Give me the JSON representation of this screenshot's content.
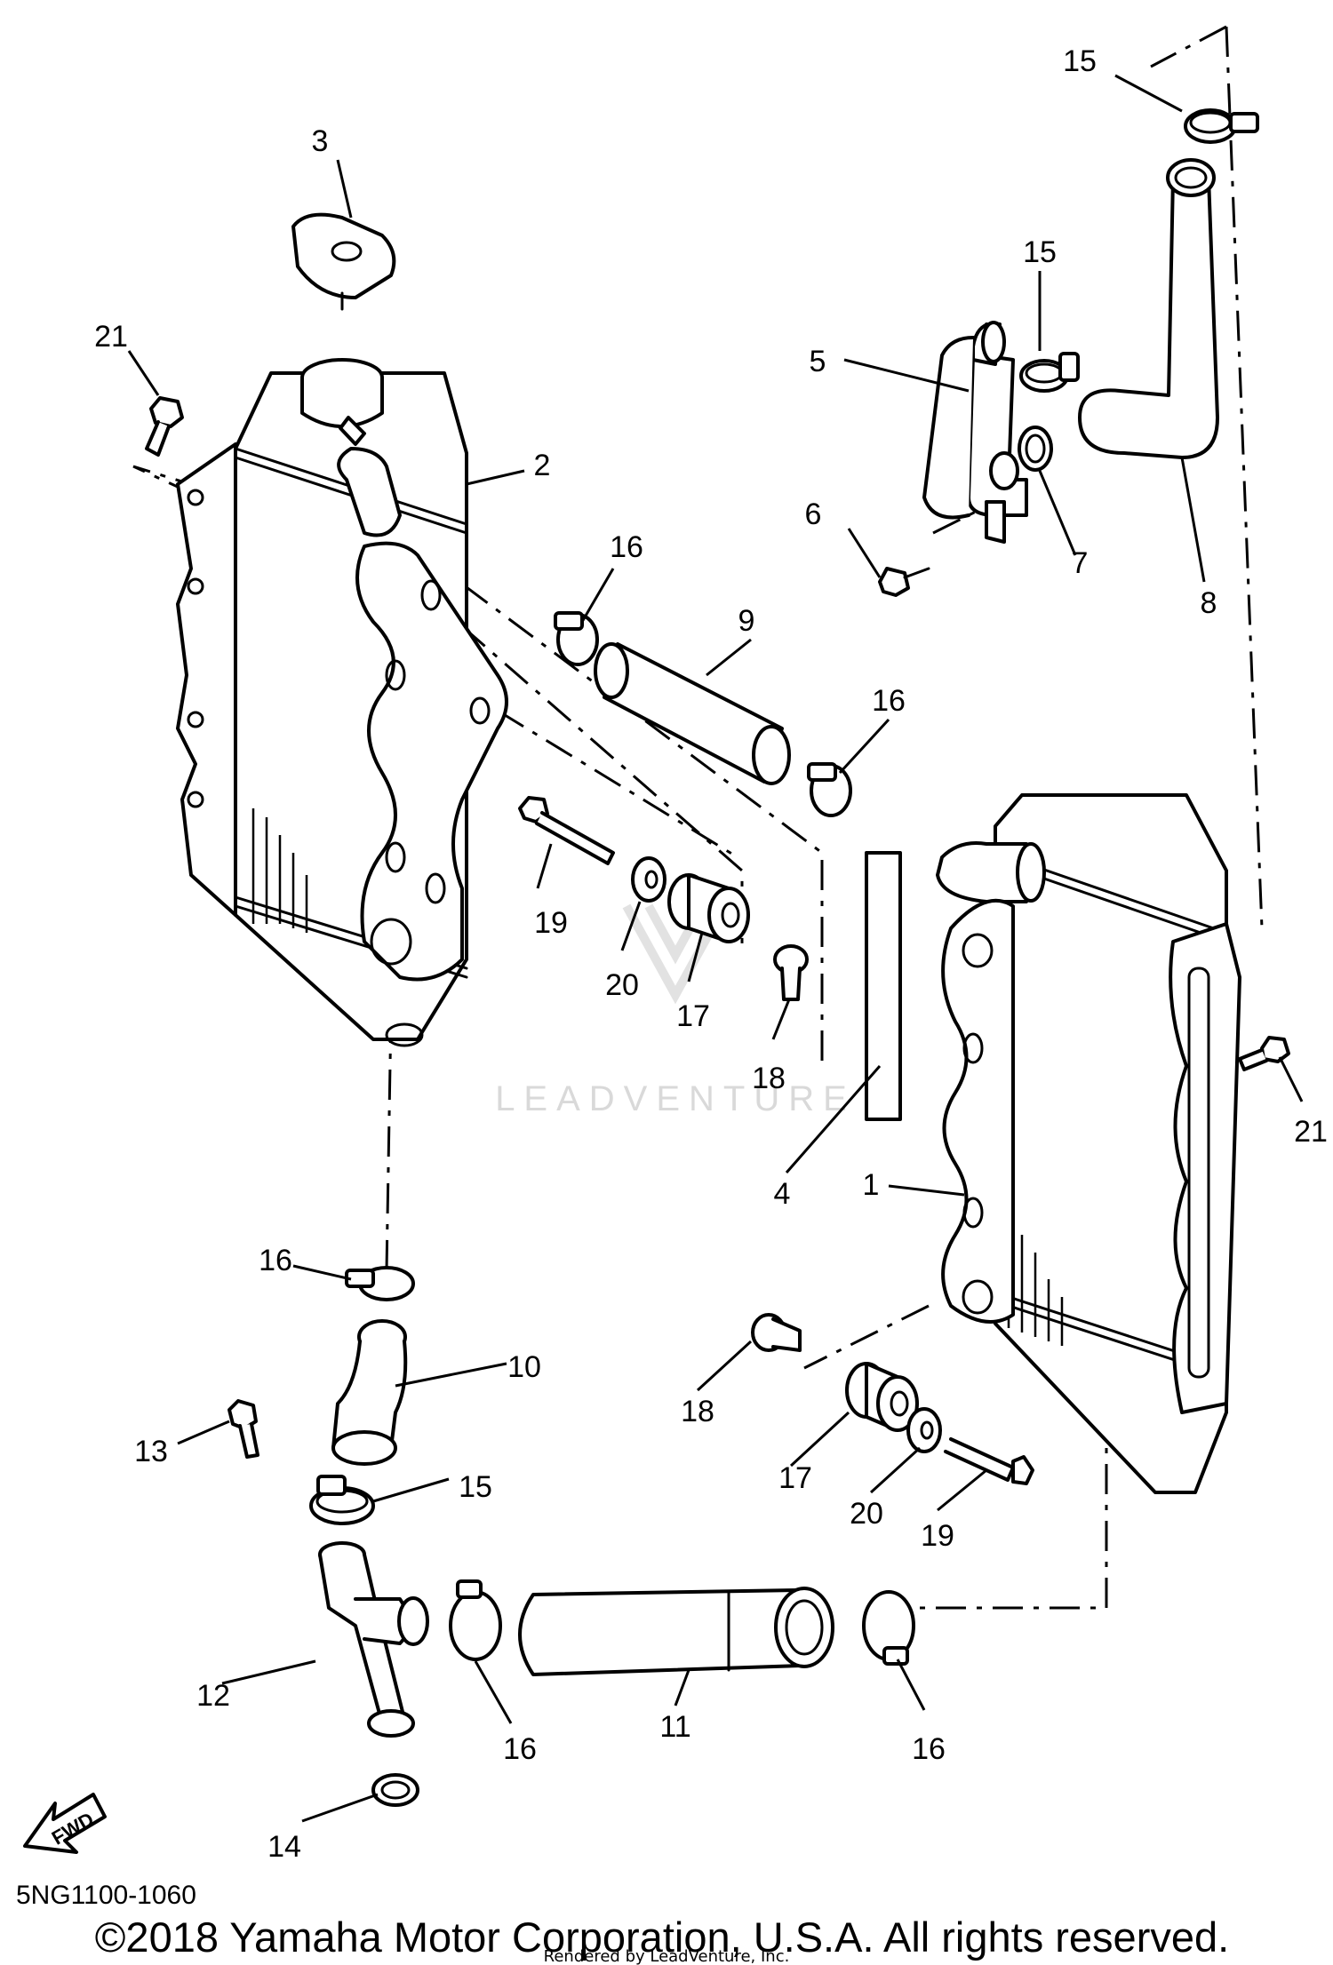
{
  "diagram_code": "5NG1100-1060",
  "copyright": "©2018 Yamaha Motor Corporation, U.S.A. All rights reserved.",
  "rendered_by": "Rendered by LeadVenture, Inc.",
  "watermark": "LEADVENTURE",
  "fwd_label": "FWD",
  "callouts": {
    "c1": "1",
    "c2": "2",
    "c3": "3",
    "c4": "4",
    "c5": "5",
    "c6": "6",
    "c7": "7",
    "c8": "8",
    "c9": "9",
    "c10": "10",
    "c11": "11",
    "c12": "12",
    "c13": "13",
    "c14": "14",
    "c15a": "15",
    "c15b": "15",
    "c15c": "15",
    "c16a": "16",
    "c16b": "16",
    "c16c": "16",
    "c16d": "16",
    "c16e": "16",
    "c17a": "17",
    "c17b": "17",
    "c18a": "18",
    "c18b": "18",
    "c19a": "19",
    "c19b": "19",
    "c20a": "20",
    "c20b": "20",
    "c21a": "21",
    "c21b": "21"
  }
}
